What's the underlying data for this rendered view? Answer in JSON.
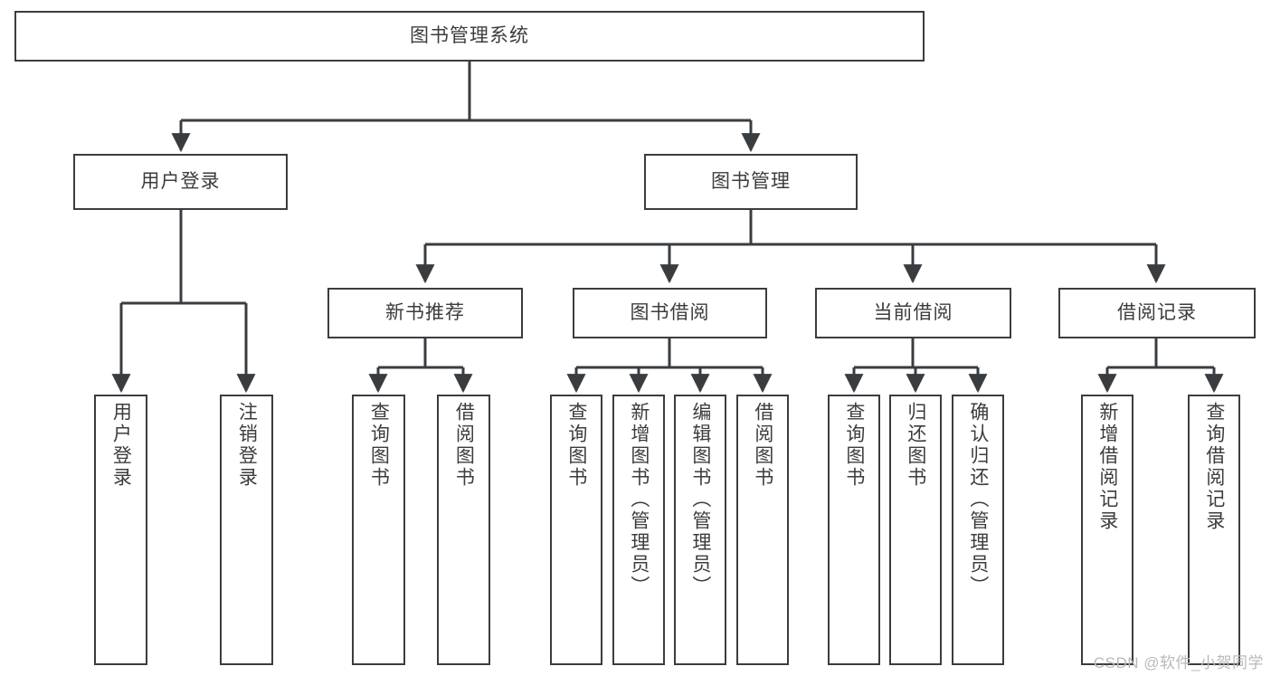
{
  "diagram": {
    "type": "hierarchical-tree",
    "title": "图书管理系统",
    "orientation": "top-down",
    "colors": {
      "stroke": "#3a3d40",
      "text": "#3c3c3c",
      "background": "#ffffff",
      "watermark": "#b9b9b9"
    },
    "root": {
      "label": "图书管理系统"
    },
    "level2": [
      {
        "label": "用户登录"
      },
      {
        "label": "图书管理"
      }
    ],
    "level3": [
      {
        "label": "新书推荐"
      },
      {
        "label": "图书借阅"
      },
      {
        "label": "当前借阅"
      },
      {
        "label": "借阅记录"
      }
    ],
    "leaves": {
      "user_login": [
        {
          "label": "用户登录"
        },
        {
          "label": "注销登录"
        }
      ],
      "new_book": [
        {
          "label": "查询图书"
        },
        {
          "label": "借阅图书"
        }
      ],
      "borrow_book": [
        {
          "label": "查询图书"
        },
        {
          "label": "新增图书（管理员）"
        },
        {
          "label": "编辑图书（管理员）"
        },
        {
          "label": "借阅图书"
        }
      ],
      "current_borrow": [
        {
          "label": "查询图书"
        },
        {
          "label": "归还图书"
        },
        {
          "label": "确认归还（管理员）"
        }
      ],
      "borrow_record": [
        {
          "label": "新增借阅记录"
        },
        {
          "label": "查询借阅记录"
        }
      ]
    }
  },
  "watermark": {
    "text": "CSDN @软件_小贺同学"
  }
}
